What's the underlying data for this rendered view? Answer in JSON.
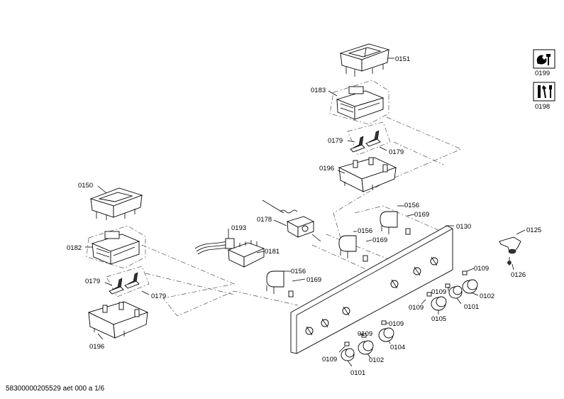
{
  "document_id": "58300000205529 aet 000 a 1/6",
  "labels": {
    "p0151": "0151",
    "p0183": "0183",
    "p0179a": "0179",
    "p0179b": "0179",
    "p0196a": "0196",
    "p0150": "0150",
    "p0182": "0182",
    "p0179c": "0179",
    "p0179d": "0179",
    "p0196b": "0196",
    "p0193": "0193",
    "p0178": "0178",
    "p0181": "0181",
    "p0156a": "0156",
    "p0169a": "0169",
    "p0156b": "0156",
    "p0169b": "0169",
    "p0156c": "0156",
    "p0169c": "0169",
    "p0130": "0130",
    "p0125": "0125",
    "p0126": "0126",
    "p0109a": "0109",
    "p0109b": "0109",
    "p0102a": "0102",
    "p0109c": "0109",
    "p0101a": "0101",
    "p0105": "0105",
    "p0109d": "0109",
    "p0109e": "0109",
    "p0104": "0104",
    "p0109f": "0109",
    "p0102b": "0102",
    "p0101b": "0101",
    "p0199": "0199",
    "p0198": "0198"
  },
  "icons": [
    "service-manual-icon",
    "tools-icon"
  ]
}
